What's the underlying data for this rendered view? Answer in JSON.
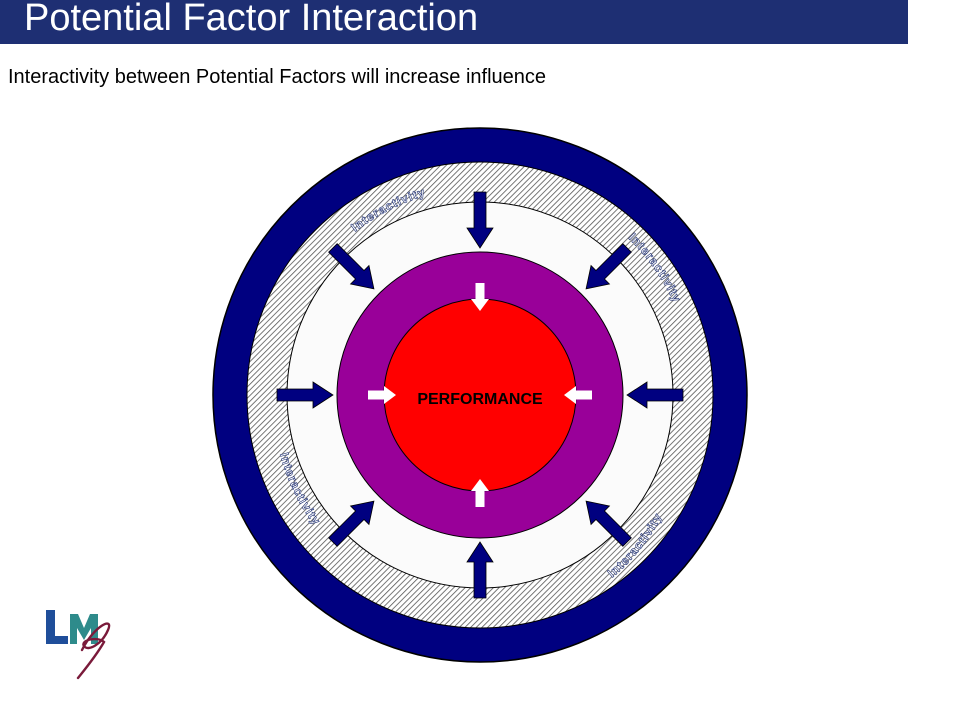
{
  "title": "Potential Factor Interaction",
  "subtitle": "Interactivity between Potential Factors will increase influence",
  "diagram": {
    "center_label": "PERFORMANCE",
    "ring_labels": [
      "Interactivity",
      "Interactivity",
      "Interactivity",
      "Interactivity"
    ],
    "colors": {
      "outer_ring": "#000080",
      "hatch_ring": "#d0d0d0",
      "white_ring": "#fbfbfb",
      "middle_ring": "#990099",
      "core": "#ff0000",
      "outer_arrows": "#000080",
      "inner_arrows": "#ffffff"
    }
  },
  "logo": {
    "text": "LM",
    "colors": {
      "primary": "#1f4e9a",
      "accent": "#2e8b8b",
      "script": "#7a1a3a"
    }
  }
}
